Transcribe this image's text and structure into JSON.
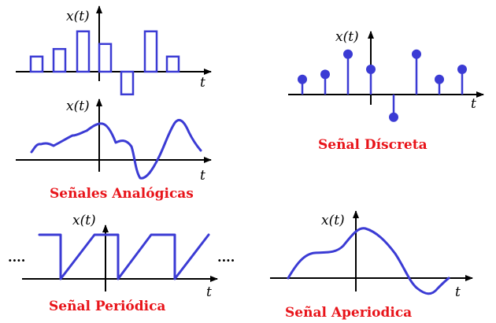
{
  "captions": {
    "analog": "Señales Analógicas",
    "discrete": "Señal Díscreta",
    "periodic": "Señal Periódica",
    "aperiodic": "Señal Aperiodica"
  },
  "axis_labels": {
    "y": "x(t)",
    "x": "t"
  },
  "ellipsis": "....",
  "colors": {
    "signal": "#3b3bd4",
    "caption": "#e8141a",
    "axis": "#000000"
  },
  "discrete_samples": [
    {
      "n": -3,
      "value": 0.6
    },
    {
      "n": -2,
      "value": 0.8
    },
    {
      "n": -1,
      "value": 1.6
    },
    {
      "n": 0,
      "value": 1.0
    },
    {
      "n": 1,
      "value": -0.9
    },
    {
      "n": 2,
      "value": 1.6
    },
    {
      "n": 3,
      "value": 0.6
    },
    {
      "n": 4,
      "value": 1.0
    }
  ],
  "pulse_heights": [
    0.6,
    0.9,
    1.6,
    1.1,
    -0.9,
    1.6,
    0.6
  ]
}
